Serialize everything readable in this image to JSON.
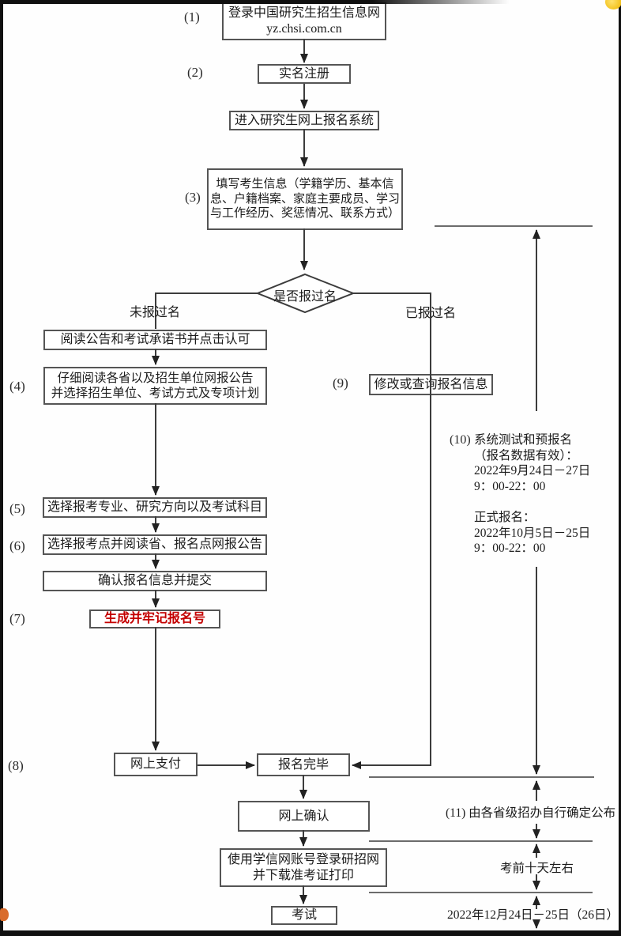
{
  "flow": {
    "step1": {
      "no": "(1)",
      "label": "登录中国研究生招生信息网\nyz.chsi.com.cn"
    },
    "step2": {
      "no": "(2)",
      "label": "实名注册"
    },
    "enter": {
      "label": "进入研究生网上报名系统"
    },
    "step3": {
      "no": "(3)",
      "label": "填写考生信息（学籍学历、基本信\n息、户籍档案、家庭主要成员、学习\n与工作经历、奖惩情况、联系方式）"
    },
    "decision": {
      "label": "是否报过名",
      "branch_left": "未报过名",
      "branch_right": "已报过名"
    },
    "read_notice": {
      "label": "阅读公告和考试承诺书并点击认可"
    },
    "step4": {
      "no": "(4)",
      "label": "仔细阅读各省以及招生单位网报公告\n并选择招生单位、考试方式及专项计划"
    },
    "step9": {
      "no": "(9)",
      "label": "修改或查询报名信息"
    },
    "step5": {
      "no": "(5)",
      "label": "选择报考专业、研究方向以及考试科目"
    },
    "step6": {
      "no": "(6)",
      "label": "选择报考点并阅读省、报名点网报公告"
    },
    "confirm_submit": {
      "label": "确认报名信息并提交"
    },
    "step7": {
      "no": "(7)",
      "label": "生成并牢记报名号",
      "color": "#c40000"
    },
    "step8": {
      "no": "(8)",
      "label": "网上支付"
    },
    "done": {
      "label": "报名完毕"
    },
    "online_confirm": {
      "label": "网上确认"
    },
    "download": {
      "label": "使用学信网账号登录研招网\n并下载准考证打印"
    },
    "exam": {
      "label": "考试"
    }
  },
  "annotations": {
    "a10": {
      "no": "(10)",
      "text": "系统测试和预报名\n（报名数据有效）：\n2022年9月24日－27日\n9：00-22：00\n\n正式报名：\n2022年10月5日－25日\n9：00-22：00"
    },
    "a11": {
      "no": "(11)",
      "text": "由各省级招办自行确定公布"
    },
    "a12": {
      "text": "考前十天左右"
    },
    "a13": {
      "text": "2022年12月24日－25日（26日）"
    }
  },
  "colors": {
    "line": "#3c3c3c",
    "box_border": "#555555",
    "highlight": "#c40000",
    "frame": "#101010"
  }
}
